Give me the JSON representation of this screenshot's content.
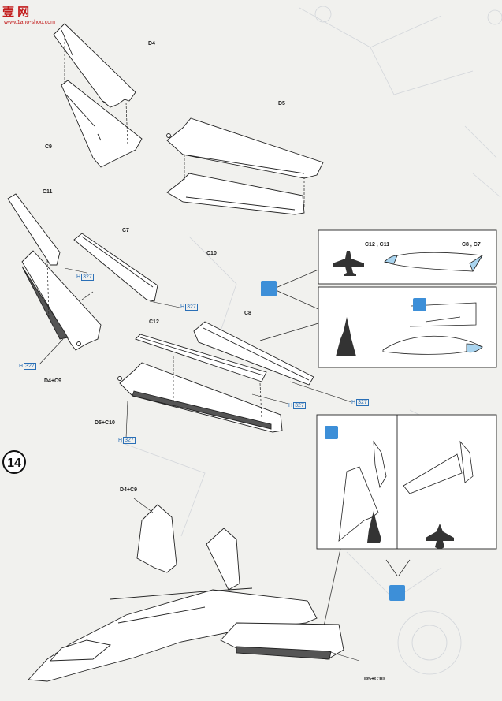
{
  "logo": {
    "name": "壹 网",
    "url": "www.1ano-shou.com"
  },
  "step_number": "14",
  "labels": {
    "d4": "D4",
    "c9": "C9",
    "d5": "D5",
    "c10": "C10",
    "c11": "C11",
    "c7": "C7",
    "c12": "C12",
    "c8": "C8",
    "d4c9_a": "D4+C9",
    "d5c10_a": "D5+C10",
    "d4c9_b": "D4+C9",
    "d5c10_b": "D5+C10",
    "inset_c12c11": "C12 , C11",
    "inset_c8c7": "C8 , C7"
  },
  "paint_refs": {
    "letter": "H",
    "code": "327"
  },
  "colors": {
    "paint_blue": "#2a6fb6",
    "lens_blue": "#a9d4ef",
    "icon_blue": "#3d8fd8",
    "logo_red": "#c21b1b",
    "dark_part": "#555555"
  }
}
